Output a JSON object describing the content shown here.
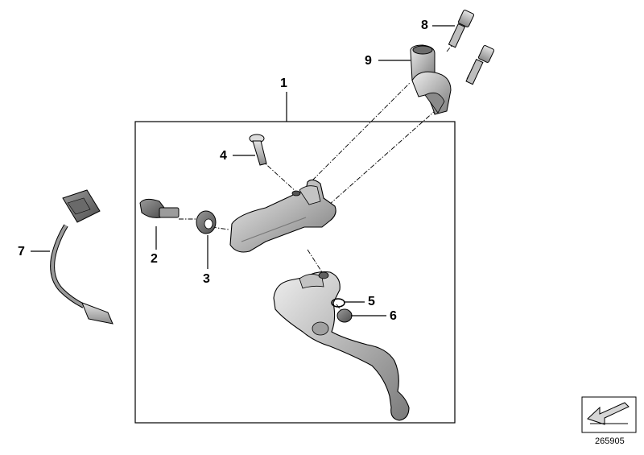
{
  "diagram": {
    "callouts": [
      {
        "id": "1",
        "text": "1",
        "part": "lever-assembly-kit"
      },
      {
        "id": "2",
        "text": "2",
        "part": "adjuster-screw"
      },
      {
        "id": "3",
        "text": "3",
        "part": "washer"
      },
      {
        "id": "4",
        "text": "4",
        "part": "pivot-bolt"
      },
      {
        "id": "5",
        "text": "5",
        "part": "circlip"
      },
      {
        "id": "6",
        "text": "6",
        "part": "nut"
      },
      {
        "id": "7",
        "text": "7",
        "part": "switch-cable"
      },
      {
        "id": "8",
        "text": "8",
        "part": "clamp-screw"
      },
      {
        "id": "9",
        "text": "9",
        "part": "handlebar-clamp"
      }
    ],
    "reference_number": "265905",
    "colors": {
      "line": "#000000",
      "part_light": "#d9d9d9",
      "part_mid": "#a8a8a8",
      "part_dark": "#6e6e6e"
    }
  }
}
